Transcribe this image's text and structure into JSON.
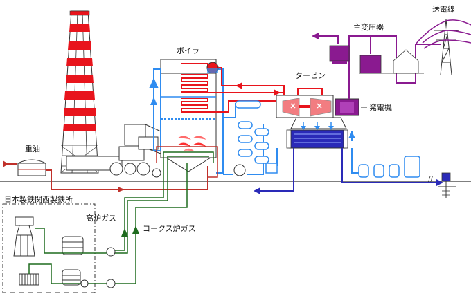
{
  "labels": {
    "transmission_line": "送電線",
    "main_transformer": "主変圧器",
    "boiler": "ボイラ",
    "turbine": "タービン",
    "generator": "発電機",
    "heavy_oil": "重油",
    "steelworks": "日本製鉄関西製鉄所",
    "blast_furnace_gas": "高炉ガス",
    "coke_oven_gas": "コークス炉ガス"
  },
  "colors": {
    "steam_red": "#e8141c",
    "water_blue": "#2f8cf0",
    "power_purple": "#8a1a90",
    "cooling_navy": "#2a2ab8",
    "gas_green": "#1e6b1e",
    "equipment_gray": "#444444",
    "oil_red": "#c0302a"
  }
}
